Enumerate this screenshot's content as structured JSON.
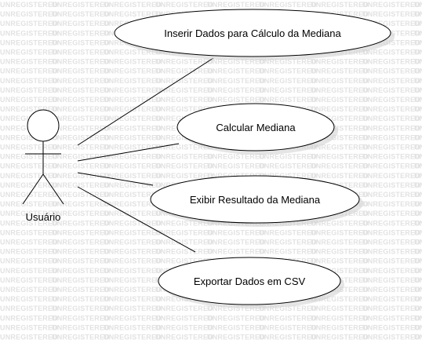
{
  "diagram": {
    "watermark_text": "UNREGISTERED",
    "actor": {
      "label": "Usuário"
    },
    "use_cases": [
      {
        "id": "uc1",
        "label": "Inserir Dados para Cálculo da Mediana"
      },
      {
        "id": "uc2",
        "label": "Calcular Mediana"
      },
      {
        "id": "uc3",
        "label": "Exibir Resultado da Mediana"
      },
      {
        "id": "uc4",
        "label": "Exportar Dados em CSV"
      }
    ],
    "associations": [
      {
        "from": "actor",
        "to": "uc1"
      },
      {
        "from": "actor",
        "to": "uc2"
      },
      {
        "from": "actor",
        "to": "uc3"
      },
      {
        "from": "actor",
        "to": "uc4"
      }
    ]
  }
}
